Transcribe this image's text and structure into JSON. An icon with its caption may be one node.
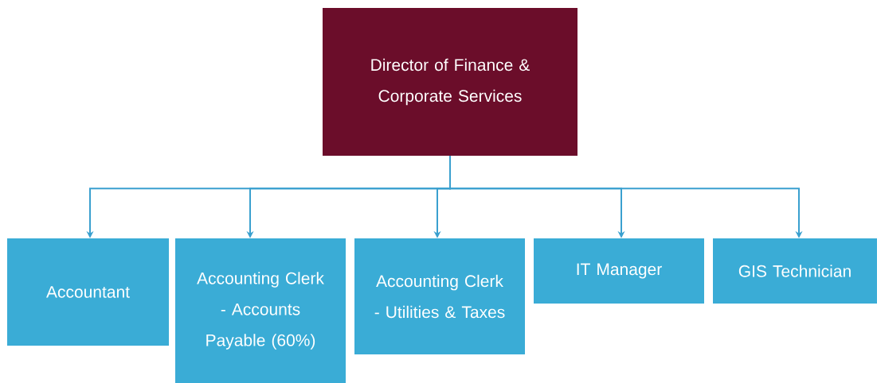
{
  "diagram": {
    "nodes": [
      {
        "text": [
          "Director of Finance & Corporate Services"
        ]
      },
      {
        "text": [
          "Accountant"
        ]
      },
      {
        "text": [
          "Accounting Clerk - Accounts Payable (60%)"
        ]
      },
      {
        "text": [
          "Accounting Clerk - Utilities & Taxes"
        ]
      },
      {
        "text": [
          "IT Manager"
        ]
      },
      {
        "text": [
          "GIS Technician"
        ]
      }
    ],
    "edges": [
      {
        "from": 0,
        "to": 1,
        "arrow": "to"
      },
      {
        "from": 0,
        "to": 2,
        "arrow": "to"
      },
      {
        "from": 0,
        "to": 3,
        "arrow": "to"
      },
      {
        "from": 0,
        "to": 4,
        "arrow": "to"
      },
      {
        "from": 0,
        "to": 5,
        "arrow": "to"
      }
    ]
  }
}
